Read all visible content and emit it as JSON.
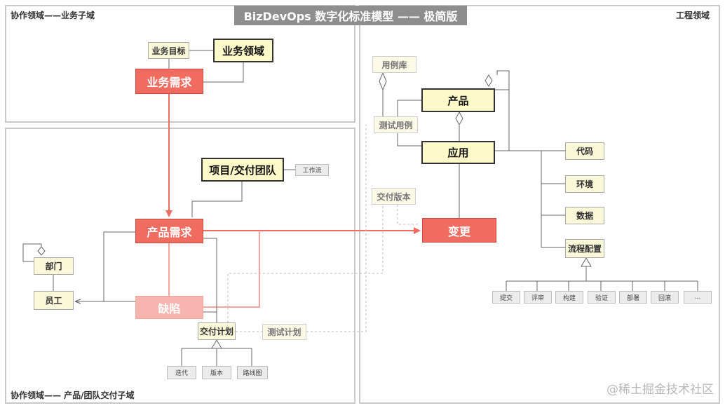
{
  "title": "BizDevOps 数字化标准模型 —— 极简版",
  "regions": {
    "business": "协作领域——业务子域",
    "product_team": "协作领域—— 产品/团队交付子域",
    "engineering": "工程领域"
  },
  "nodes": {
    "business_goal": "业务目标",
    "business_domain": "业务领域",
    "business_requirement": "业务需求",
    "project_team": "项目/交付团队",
    "workflow": "工作流",
    "product_requirement": "产品需求",
    "department": "部门",
    "employee": "员工",
    "defect": "缺陷",
    "delivery_plan": "交付计划",
    "test_plan": "测试计划",
    "iteration": "迭代",
    "version": "版本",
    "roadmap": "路线图",
    "use_case_library": "用例库",
    "test_case": "测试用例",
    "product": "产品",
    "application": "应用",
    "delivery_version": "交付版本",
    "change": "变更",
    "code": "代码",
    "environment": "环境",
    "data": "数据",
    "pipeline_config": "流程配置",
    "pipeline_steps": [
      "提交",
      "评审",
      "构建",
      "验证",
      "部署",
      "回滚",
      "..."
    ]
  },
  "colors": {
    "requirement_red": "#f06c60",
    "defect_faded": "#f8b4ae",
    "entity_yellow": "#fdf9c8",
    "title_gray": "#8e8e8e"
  },
  "watermark": "@稀土掘金技术社区"
}
